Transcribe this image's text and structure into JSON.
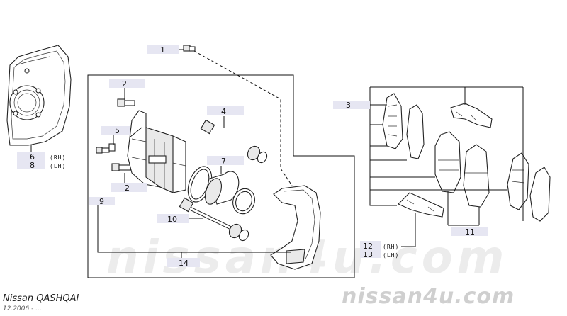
{
  "callouts": {
    "c1": "1",
    "c2_top": "2",
    "c2_bottom": "2",
    "c3": "3",
    "c4": "4",
    "c5": "5",
    "c6": "6",
    "c7": "7",
    "c8": "8",
    "c9": "9",
    "c10": "10",
    "c11": "11",
    "c12": "12",
    "c13": "13",
    "c14": "14"
  },
  "side_labels": {
    "rh": "(RH)",
    "lh": "(LH)"
  },
  "watermark": {
    "center": "nissan4u.com",
    "corner": "nissan4u.com"
  },
  "footer": {
    "model": "Nissan  QASHQAI",
    "date": "12.2006  -  ..."
  },
  "colors": {
    "callout_bg": "#e6e6f2",
    "watermark": "#d0d0d0",
    "lines": "#111111"
  }
}
